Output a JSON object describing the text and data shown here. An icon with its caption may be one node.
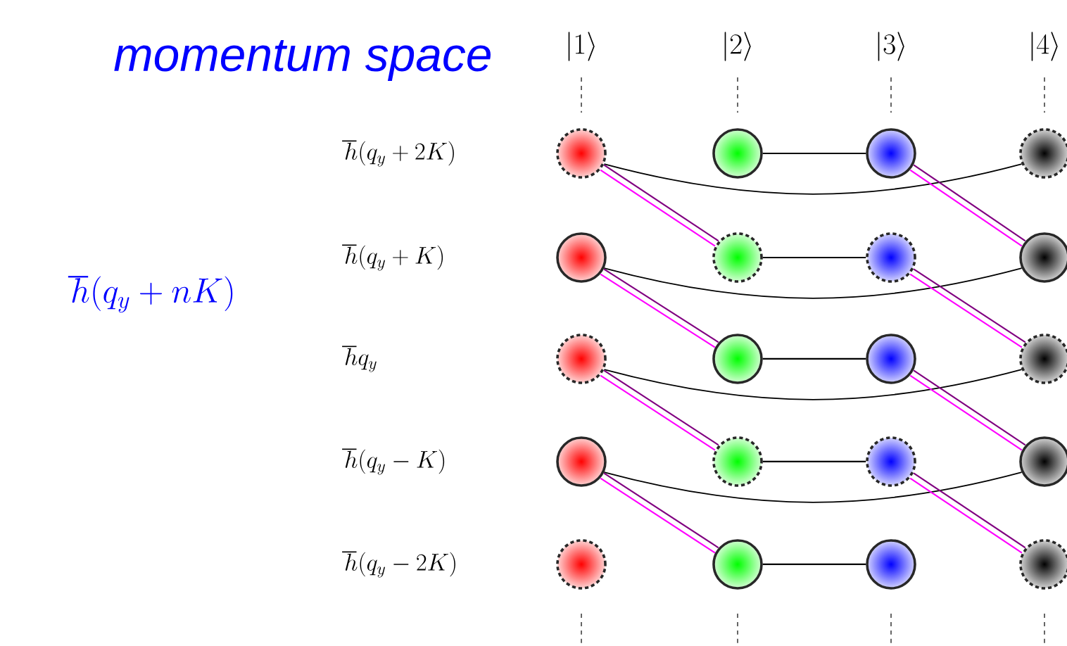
{
  "diagram": {
    "title": "momentum space",
    "nodes": [
      {
        "text": [],
        "shape": "circle"
      },
      {
        "text": [],
        "shape": "circle"
      },
      {
        "text": [],
        "shape": "circle"
      },
      {
        "text": [],
        "shape": "circle"
      },
      {
        "text": [],
        "shape": "circle"
      },
      {
        "text": [],
        "shape": "circle"
      },
      {
        "text": [],
        "shape": "circle"
      },
      {
        "text": [],
        "shape": "circle"
      },
      {
        "text": [],
        "shape": "circle"
      },
      {
        "text": [],
        "shape": "circle"
      },
      {
        "text": [],
        "shape": "circle"
      },
      {
        "text": [],
        "shape": "circle"
      },
      {
        "text": [],
        "shape": "circle"
      },
      {
        "text": [],
        "shape": "circle"
      },
      {
        "text": [],
        "shape": "circle"
      },
      {
        "text": [],
        "shape": "circle"
      },
      {
        "text": [],
        "shape": "circle"
      },
      {
        "text": [],
        "shape": "circle"
      },
      {
        "text": [],
        "shape": "circle"
      },
      {
        "text": [],
        "shape": "circle"
      }
    ],
    "edges": [
      {
        "from": 1,
        "to": 2,
        "arrow": "none"
      },
      {
        "from": 5,
        "to": 6,
        "arrow": "none"
      },
      {
        "from": 9,
        "to": 10,
        "arrow": "none"
      },
      {
        "from": 13,
        "to": 14,
        "arrow": "none"
      },
      {
        "from": 17,
        "to": 18,
        "arrow": "none"
      },
      {
        "from": 0,
        "to": 3,
        "arrow": "none"
      },
      {
        "from": 4,
        "to": 7,
        "arrow": "none"
      },
      {
        "from": 8,
        "to": 11,
        "arrow": "none"
      },
      {
        "from": 12,
        "to": 15,
        "arrow": "none"
      },
      {
        "from": 0,
        "to": 5,
        "arrow": "none",
        "color": "#800080"
      },
      {
        "from": 0,
        "to": 5,
        "arrow": "none",
        "color": "#ff00ff"
      },
      {
        "from": 4,
        "to": 9,
        "arrow": "none",
        "color": "#800080"
      },
      {
        "from": 4,
        "to": 9,
        "arrow": "none",
        "color": "#ff00ff"
      },
      {
        "from": 8,
        "to": 13,
        "arrow": "none",
        "color": "#800080"
      },
      {
        "from": 8,
        "to": 13,
        "arrow": "none",
        "color": "#ff00ff"
      },
      {
        "from": 12,
        "to": 17,
        "arrow": "none",
        "color": "#800080"
      },
      {
        "from": 12,
        "to": 17,
        "arrow": "none",
        "color": "#ff00ff"
      },
      {
        "from": 2,
        "to": 7,
        "arrow": "none",
        "color": "#800080"
      },
      {
        "from": 2,
        "to": 7,
        "arrow": "none",
        "color": "#ff00ff"
      },
      {
        "from": 6,
        "to": 11,
        "arrow": "none",
        "color": "#800080"
      },
      {
        "from": 6,
        "to": 11,
        "arrow": "none",
        "color": "#ff00ff"
      },
      {
        "from": 10,
        "to": 15,
        "arrow": "none",
        "color": "#800080"
      },
      {
        "from": 10,
        "to": 15,
        "arrow": "none",
        "color": "#ff00ff"
      },
      {
        "from": 14,
        "to": 19,
        "arrow": "none",
        "color": "#800080"
      },
      {
        "from": 14,
        "to": 19,
        "arrow": "none",
        "color": "#ff00ff"
      }
    ],
    "labels": [
      "|1\\rangle",
      "|2\\rangle",
      "|3\\rangle",
      "|4\\rangle",
      "\\hbar(q_y + nK)",
      "\\hbar(q_y + 2K)",
      "\\hbar(q_y + K)",
      "\\hbar q_y",
      "\\hbar(q_y - K)",
      "\\hbar(q_y - 2K)"
    ]
  }
}
